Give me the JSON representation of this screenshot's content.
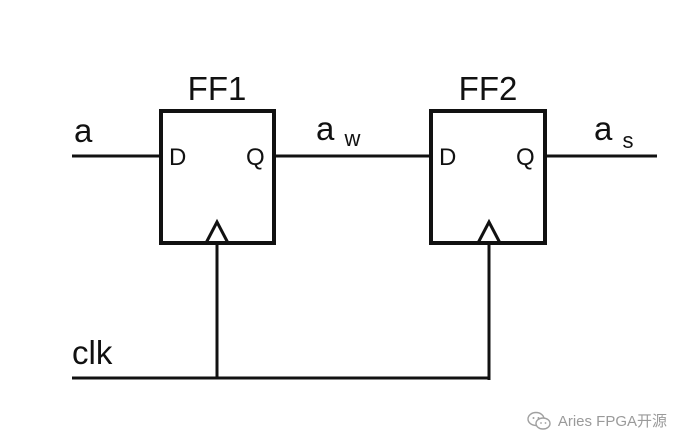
{
  "diagram": {
    "flipflops": [
      {
        "name": "FF1",
        "input_pin": "D",
        "output_pin": "Q"
      },
      {
        "name": "FF2",
        "input_pin": "D",
        "output_pin": "Q"
      }
    ],
    "signals": {
      "input": "a",
      "middle": {
        "base": "a",
        "subscript": "w"
      },
      "output": {
        "base": "a",
        "subscript": "s"
      },
      "clock": "clk"
    },
    "line_color": "#111111"
  },
  "watermark": {
    "text": "Aries FPGA开源",
    "icon": "wechat-icon"
  }
}
